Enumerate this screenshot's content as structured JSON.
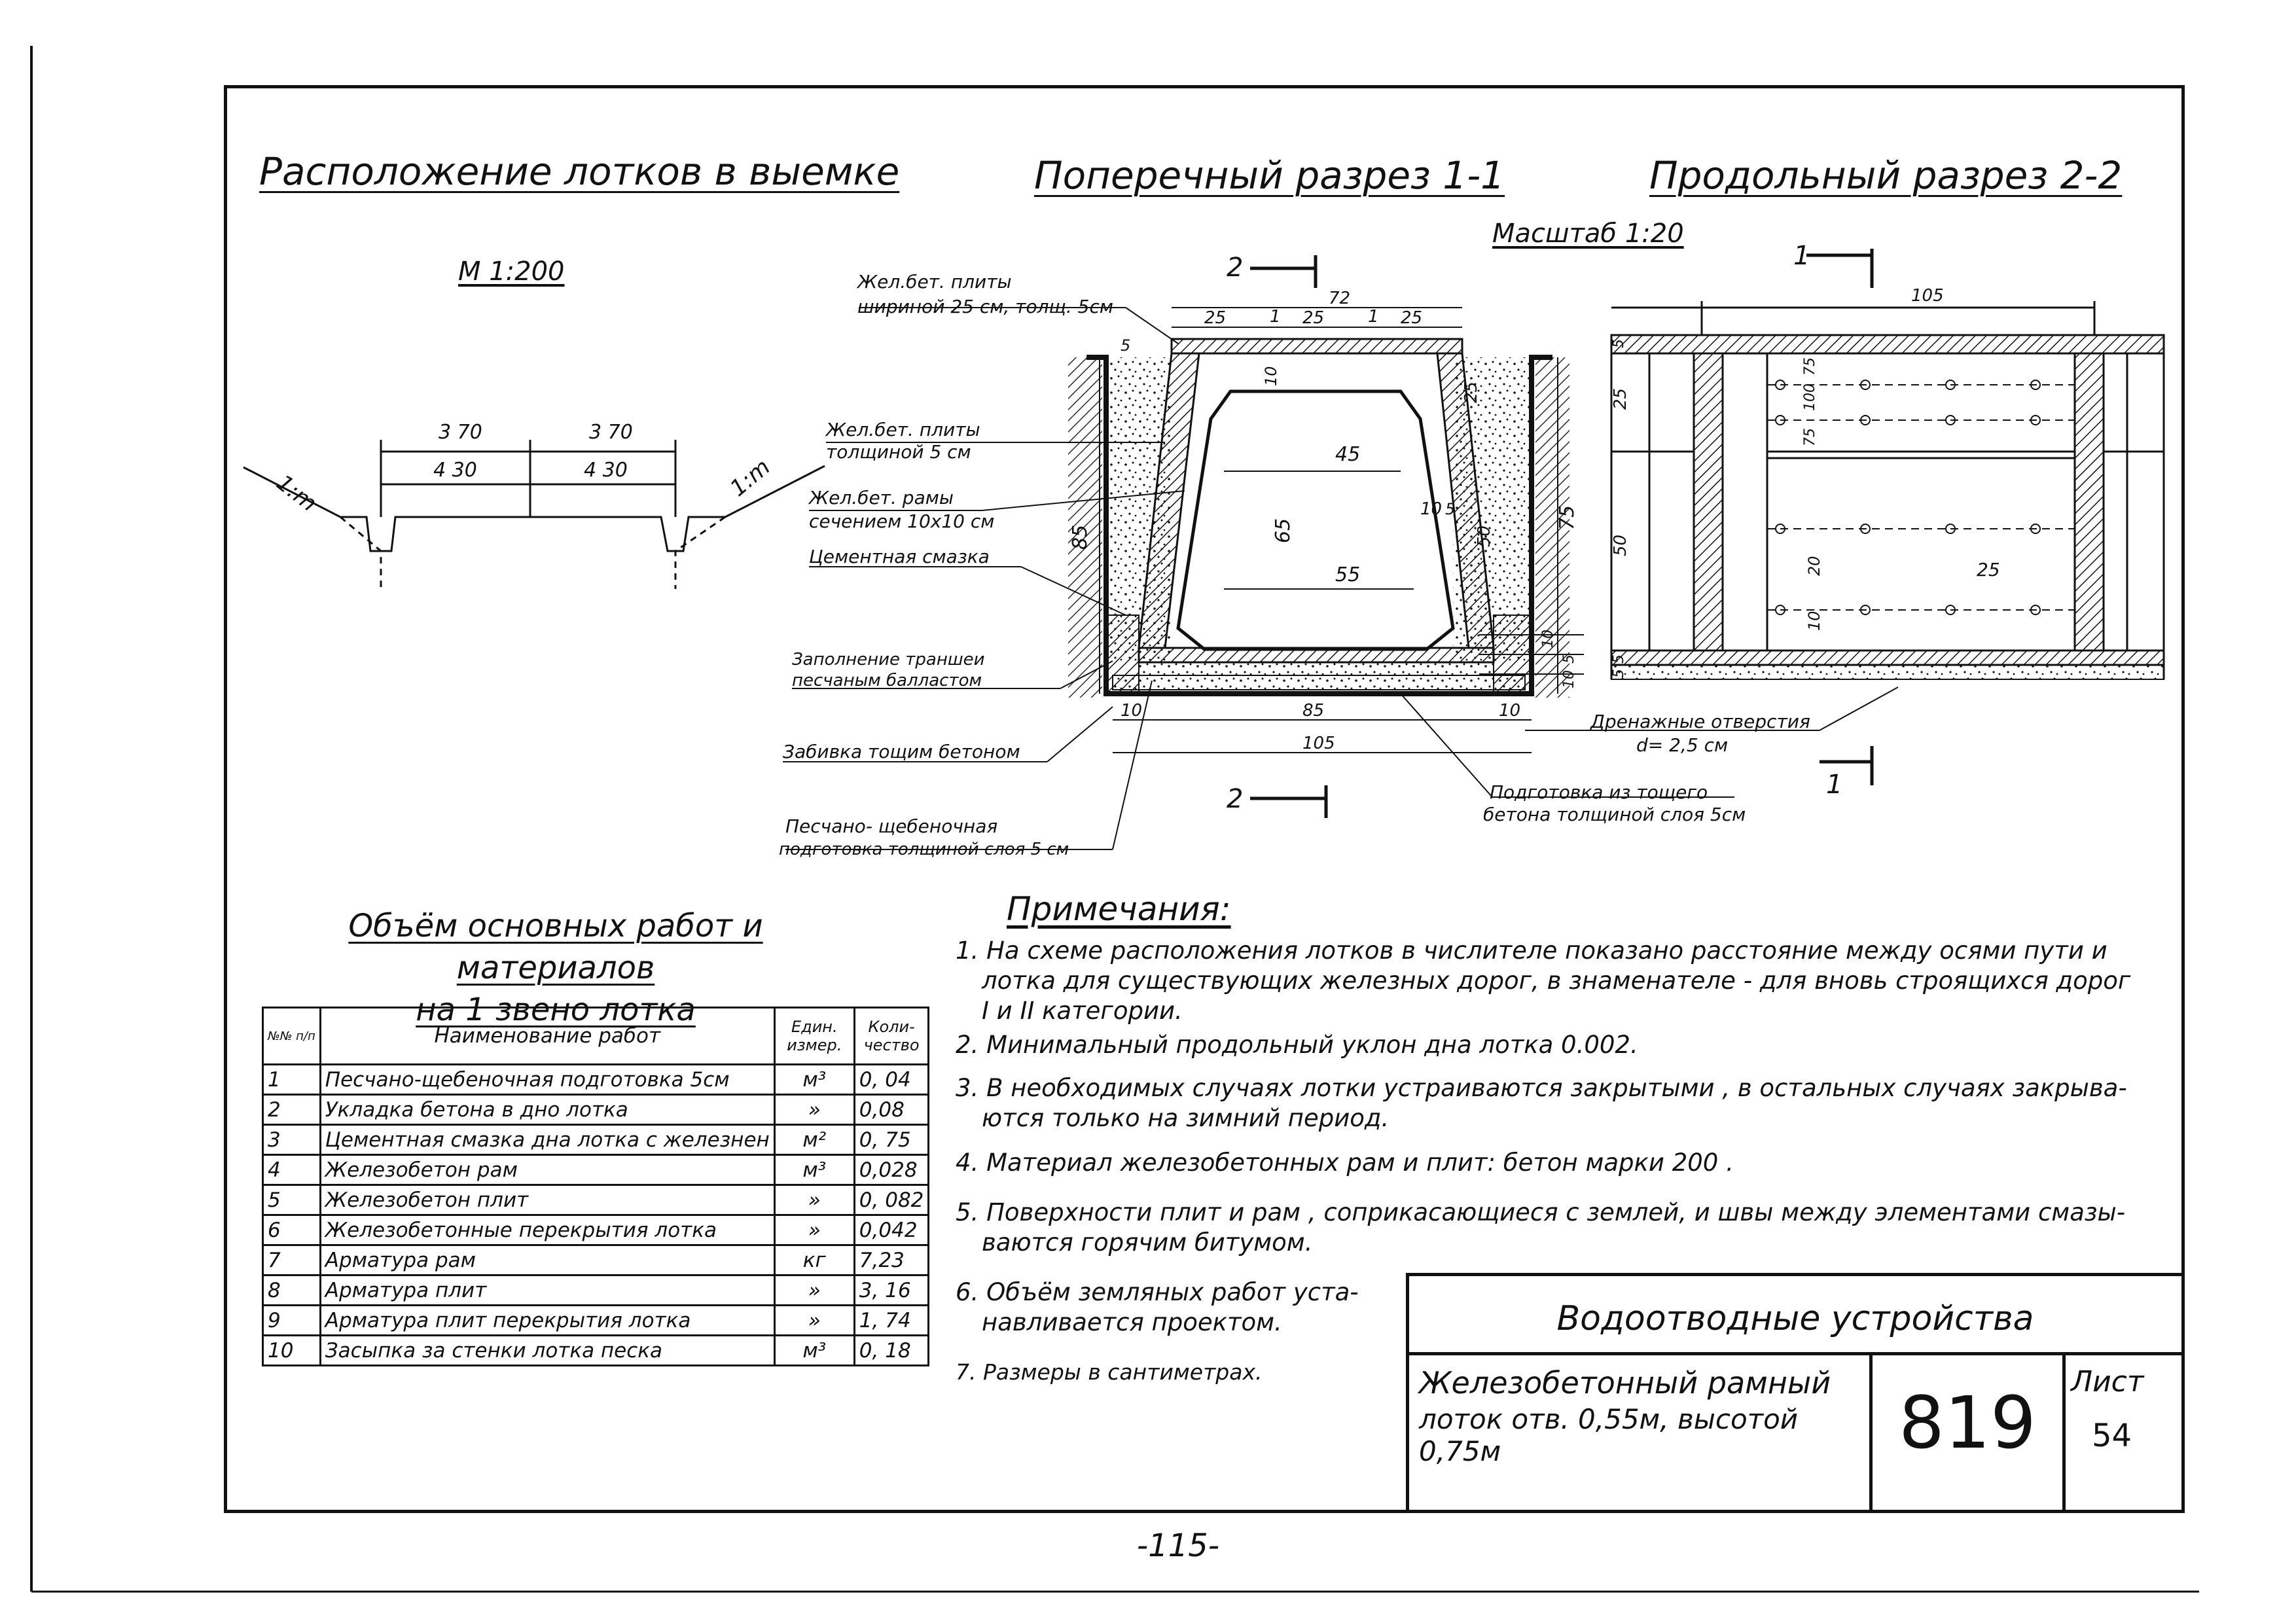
{
  "titles": {
    "plan": "Расположение лотков в выемке",
    "cross": "Поперечный разрез 1-1",
    "long": "Продольный разрез 2-2"
  },
  "scales": {
    "plan": "М 1:200",
    "sections": "Масштаб 1:20"
  },
  "plan_dims": {
    "top_left": "3 70",
    "top_right": "3 70",
    "bot_left": "4 30",
    "bot_right": "4 30",
    "slope": "1:m"
  },
  "cross_labels": {
    "l1a": "Жел.бет. плиты",
    "l1b": "шириной 25 см, толщ. 5см",
    "l2a": "Жел.бет. плиты",
    "l2b": "толщиной 5 см",
    "l3a": "Жел.бет. рамы",
    "l3b": "сечением 10х10 см",
    "l4": "Цементная смазка",
    "l5a": "Заполнение траншеи",
    "l5b": "песчаным балластом",
    "l6": "Забивка тощим бетоном",
    "l7a": "Песчано- щебеночная",
    "l7b": "подготовка толщиной слоя 5 см",
    "l8a": "Подготовка из тощего",
    "l8b": "бетона толщиной слоя 5см",
    "l9a": "Дренажные отверстия",
    "l9b": "d= 2,5 см",
    "cut2": "2",
    "cut1": "1"
  },
  "cross_dims": {
    "d72": "72",
    "d25a": "25",
    "d1a": "1",
    "d25b": "25",
    "d1b": "1",
    "d25c": "25",
    "d5": "5",
    "d10top": "10",
    "d45": "45",
    "d65": "65",
    "d55": "55",
    "d85v": "85",
    "d10r": "10",
    "d5r": "5",
    "d50": "50",
    "d25r": "25",
    "d75": "75",
    "d10b1": "10",
    "d5b": "5",
    "d10b2": "10",
    "d10bl": "10",
    "d85": "85",
    "d10br": "10",
    "d105": "105"
  },
  "long_dims": {
    "d105": "105",
    "d5t": "5",
    "d25": "25",
    "d50": "50",
    "d5b1": "5",
    "d5b2": "5",
    "d75a": "75",
    "d100": "100",
    "d75b": "75",
    "d20": "20",
    "d10": "10",
    "d25h": "25"
  },
  "works": {
    "title1": "Объём основных работ и материалов",
    "title2": "на 1 звено лотка",
    "headers": {
      "num": "№№ п/п",
      "name": "Наименование работ",
      "unit": "Един. измер.",
      "qty": "Коли- чество"
    },
    "rows": [
      {
        "n": "1",
        "name": "Песчано-щебеночная подготовка 5см",
        "unit": "м³",
        "qty": "0, 04"
      },
      {
        "n": "2",
        "name": "Укладка бетона в дно лотка",
        "unit": "»",
        "qty": "0,08"
      },
      {
        "n": "3",
        "name": "Цементная смазка дна лотка с железнен",
        "unit": "м²",
        "qty": "0, 75"
      },
      {
        "n": "4",
        "name": "Железобетон рам",
        "unit": "м³",
        "qty": "0,028"
      },
      {
        "n": "5",
        "name": "Железобетон плит",
        "unit": "»",
        "qty": "0, 082"
      },
      {
        "n": "6",
        "name": "Железобетонные перекрытия лотка",
        "unit": "»",
        "qty": "0,042"
      },
      {
        "n": "7",
        "name": "Арматура рам",
        "unit": "кг",
        "qty": "7,23"
      },
      {
        "n": "8",
        "name": "Арматура плит",
        "unit": "»",
        "qty": "3, 16"
      },
      {
        "n": "9",
        "name": "Арматура плит перекрытия лотка",
        "unit": "»",
        "qty": "1, 74"
      },
      {
        "n": "10",
        "name": "Засыпка за стенки лотка песка",
        "unit": "м³",
        "qty": "0, 18"
      }
    ]
  },
  "notes": {
    "title": "Примечания:",
    "n1a": "1. На схеме расположения лотков в числителе показано расстояние между осями пути и",
    "n1b": "лотка для существующих железных дорог, в знаменателе - для вновь строящихся дорог",
    "n1c": "I и II категории.",
    "n2": "2. Минимальный продольный уклон дна лотка 0.002.",
    "n3a": "3. В необходимых случаях лотки устраиваются закрытыми , в остальных случаях закрыва-",
    "n3b": "ются только на зимний период.",
    "n4": "4. Материал железобетонных рам и плит: бетон марки 200 .",
    "n5a": "5. Поверхности плит и рам , соприкасающиеся с землей, и швы между элементами смазы-",
    "n5b": "ваются горячим битумом.",
    "n6a": "6. Объём земляных работ уста-",
    "n6b": "навливается проектом.",
    "n7": "7. Размеры в сантиметрах."
  },
  "title_block": {
    "section": "Водоотводные устройства",
    "name1": "Железобетонный рамный",
    "name2": "лоток отв. 0,55м, высотой 0,75м",
    "number": "819",
    "sheet_label": "Лист",
    "sheet": "54"
  },
  "page_number": "-115-"
}
